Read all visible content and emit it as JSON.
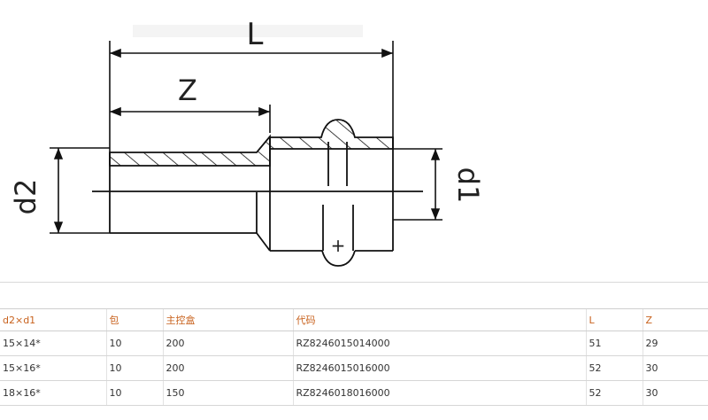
{
  "drawing": {
    "labels": {
      "length_total": "L",
      "length_insert": "Z",
      "diameter_outer": "d2",
      "diameter_inner": "d1",
      "seal_mark": "+"
    }
  },
  "table": {
    "headers": [
      "d2×d1",
      "包",
      "主控盒",
      "代码",
      "L",
      "Z"
    ],
    "rows": [
      [
        "15×14*",
        "10",
        "200",
        "RZ8246015014000",
        "51",
        "29"
      ],
      [
        "15×16*",
        "10",
        "200",
        "RZ8246015016000",
        "52",
        "30"
      ],
      [
        "18×16*",
        "10",
        "150",
        "RZ8246018016000",
        "52",
        "30"
      ]
    ],
    "header_color": "#c8611c"
  }
}
